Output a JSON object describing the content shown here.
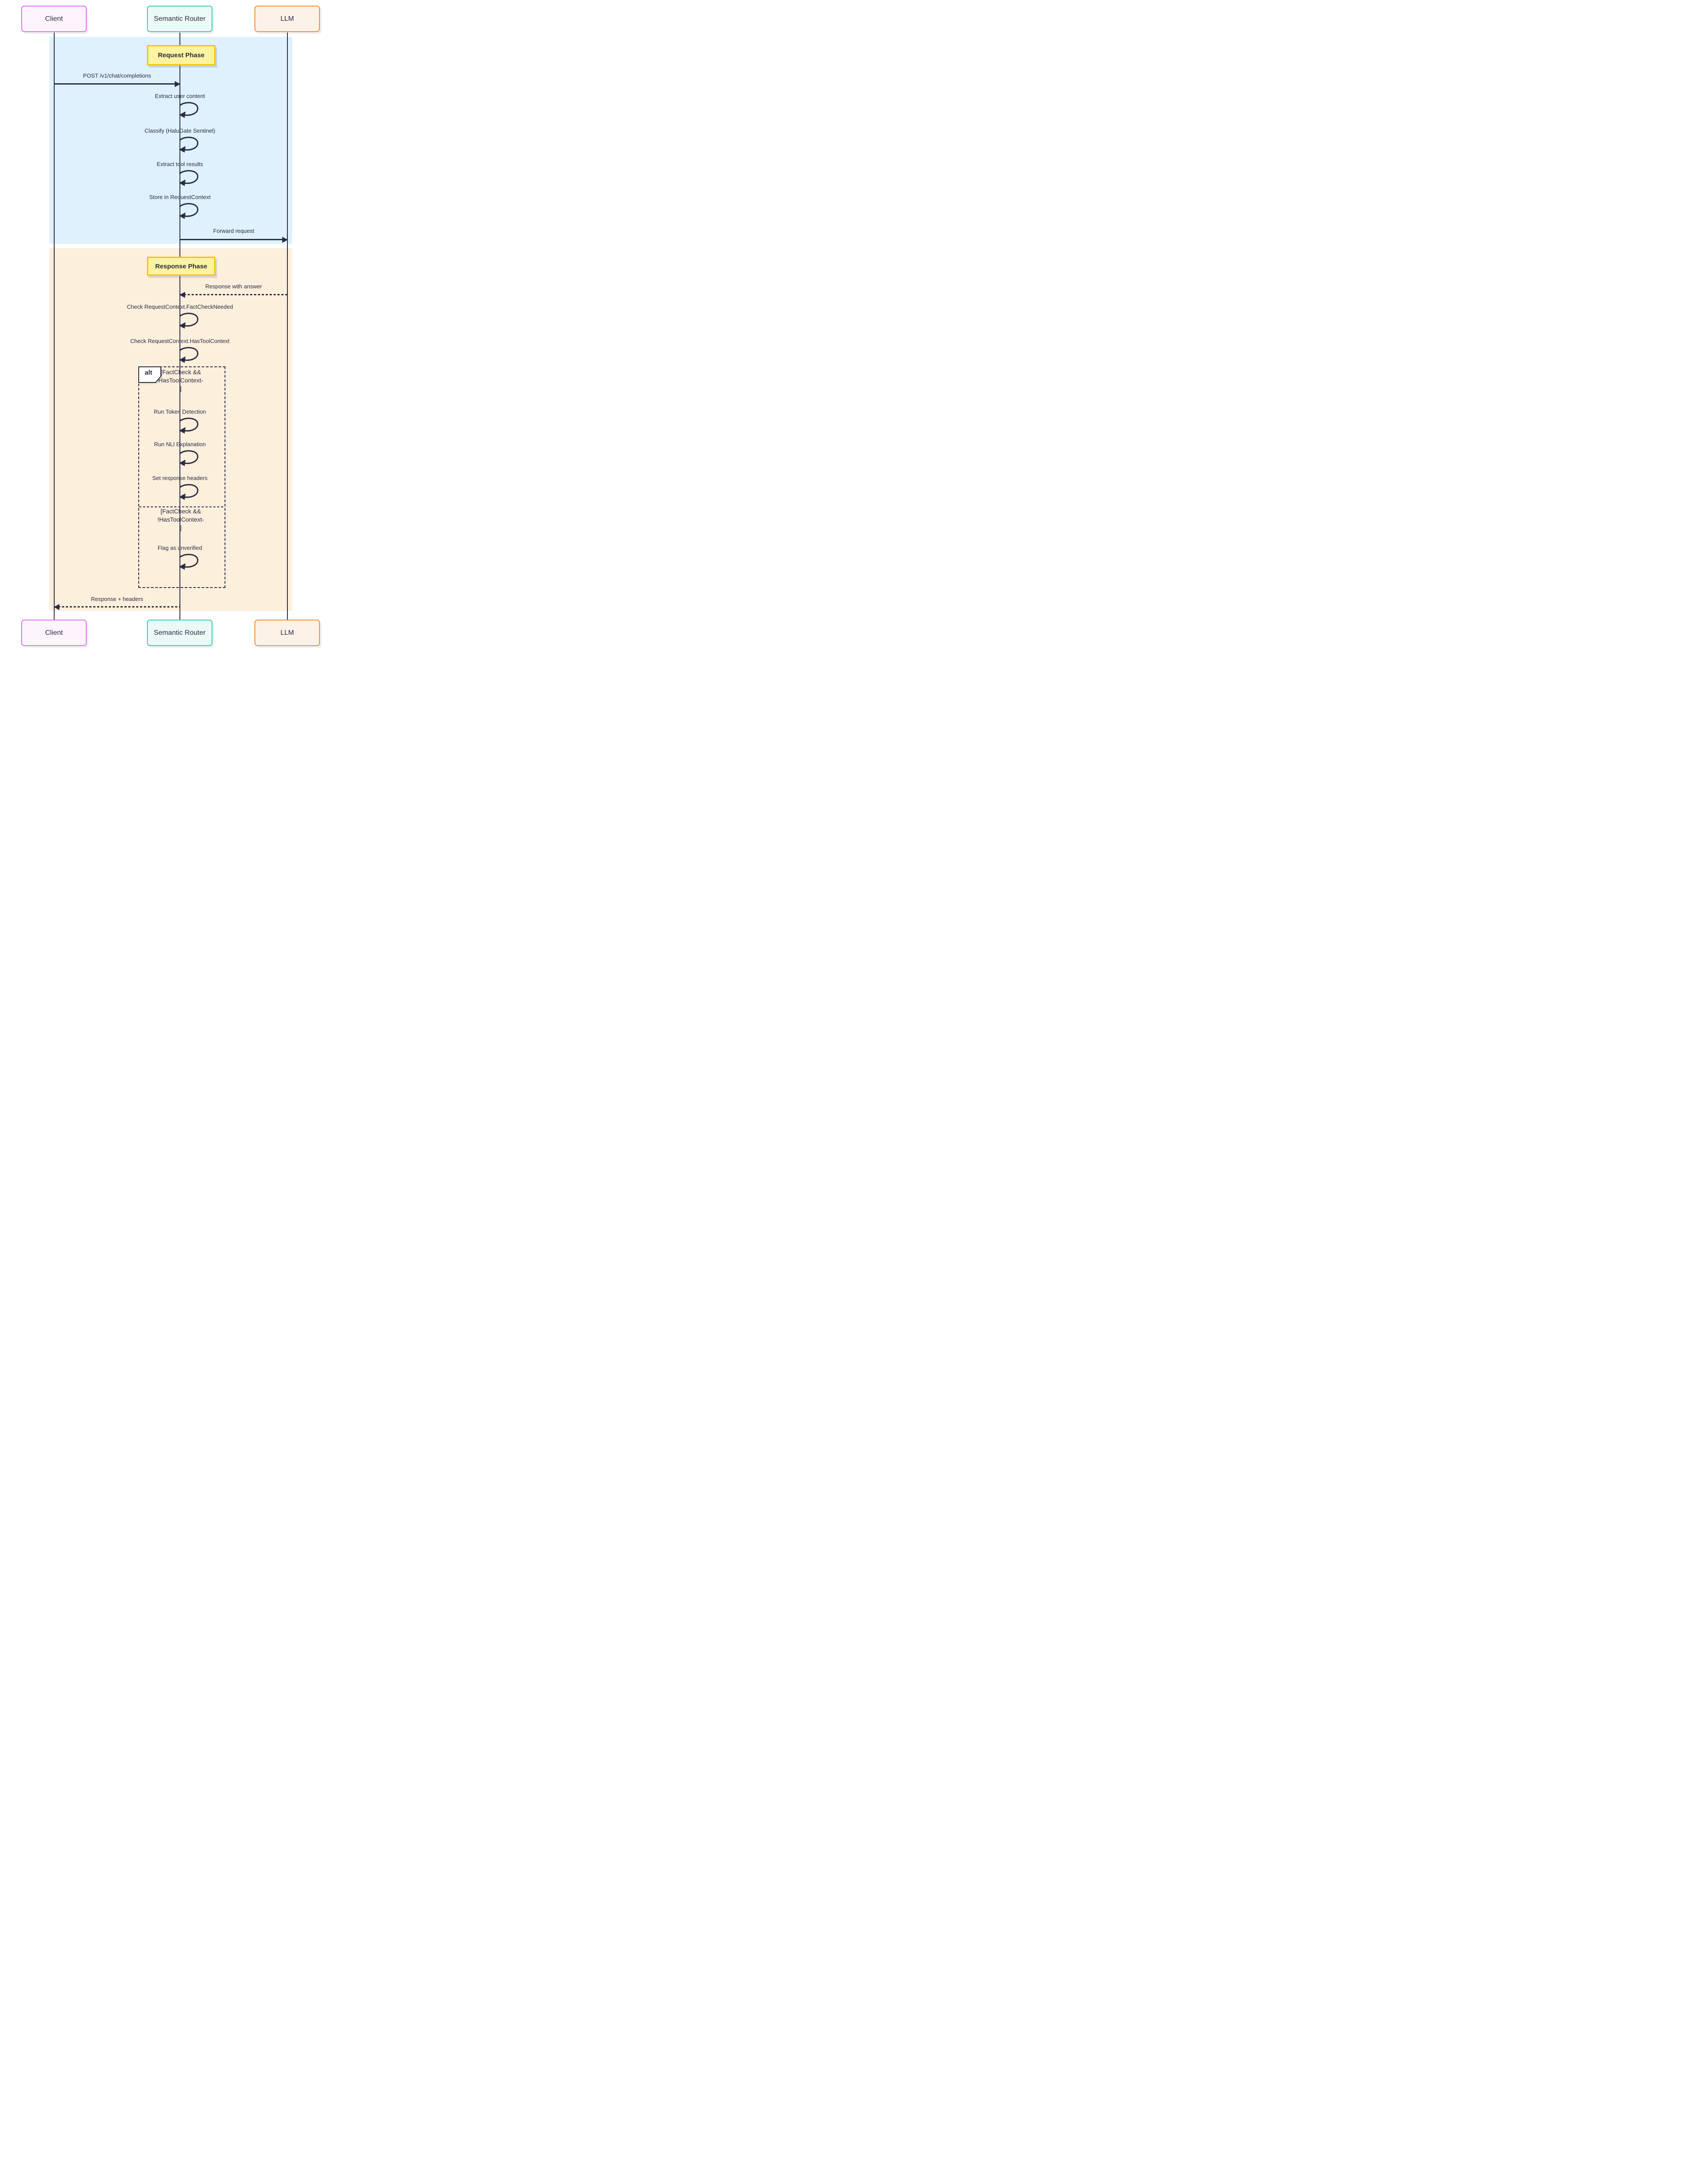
{
  "participants": [
    {
      "id": "client",
      "label": "Client"
    },
    {
      "id": "router",
      "label": "Semantic Router"
    },
    {
      "id": "llm",
      "label": "LLM"
    }
  ],
  "phases": [
    {
      "id": "request",
      "label": "Request Phase"
    },
    {
      "id": "response",
      "label": "Response Phase"
    }
  ],
  "sequence": [
    {
      "id": "post",
      "type": "message",
      "from": "client",
      "to": "router",
      "style": "solid",
      "label": "POST /v1/chat/completions"
    },
    {
      "id": "extract_user",
      "type": "self",
      "on": "router",
      "label": "Extract user content"
    },
    {
      "id": "classify",
      "type": "self",
      "on": "router",
      "label": "Classify (HaluGate Sentinel)"
    },
    {
      "id": "extract_tool",
      "type": "self",
      "on": "router",
      "label": "Extract tool results"
    },
    {
      "id": "store_ctx",
      "type": "self",
      "on": "router",
      "label": "Store in RequestContext"
    },
    {
      "id": "forward",
      "type": "message",
      "from": "router",
      "to": "llm",
      "style": "solid",
      "label": "Forward request"
    },
    {
      "id": "resp_answer",
      "type": "message",
      "from": "llm",
      "to": "router",
      "style": "dashed",
      "label": "Response with answer"
    },
    {
      "id": "check_fact",
      "type": "self",
      "on": "router",
      "label": "Check RequestContext.FactCheckNeeded"
    },
    {
      "id": "check_tool",
      "type": "self",
      "on": "router",
      "label": "Check RequestContext.HasToolContext"
    },
    {
      "id": "run_token",
      "type": "self",
      "on": "router",
      "label": "Run Token Detection"
    },
    {
      "id": "run_nli",
      "type": "self",
      "on": "router",
      "label": "Run NLI Explanation"
    },
    {
      "id": "set_headers",
      "type": "self",
      "on": "router",
      "label": "Set response headers"
    },
    {
      "id": "flag_unverified",
      "type": "self",
      "on": "router",
      "label": "Flag as unverified"
    },
    {
      "id": "resp_headers",
      "type": "message",
      "from": "router",
      "to": "client",
      "style": "dashed",
      "label": "Response + headers"
    }
  ],
  "alt": {
    "keyword": "alt",
    "branches": [
      {
        "condition_lines": [
          "[FactCheck &&",
          "HasToolContext-",
          "]"
        ]
      },
      {
        "condition_lines": [
          "[FactCheck &&",
          "!HasToolContext-",
          "]"
        ]
      }
    ]
  },
  "colors": {
    "ink": "#2b2b44",
    "band_request": "#def1fc",
    "band_response": "#fcefdc",
    "note_fill": "#fdf3a1",
    "note_border": "#f1c40f",
    "client_border": "#e46ef0",
    "client_fill": "#fdf4fd",
    "router_border": "#2cd4b6",
    "router_fill": "#ebfaf6",
    "llm_border": "#f68f2b",
    "llm_fill": "#fdf2e7"
  }
}
